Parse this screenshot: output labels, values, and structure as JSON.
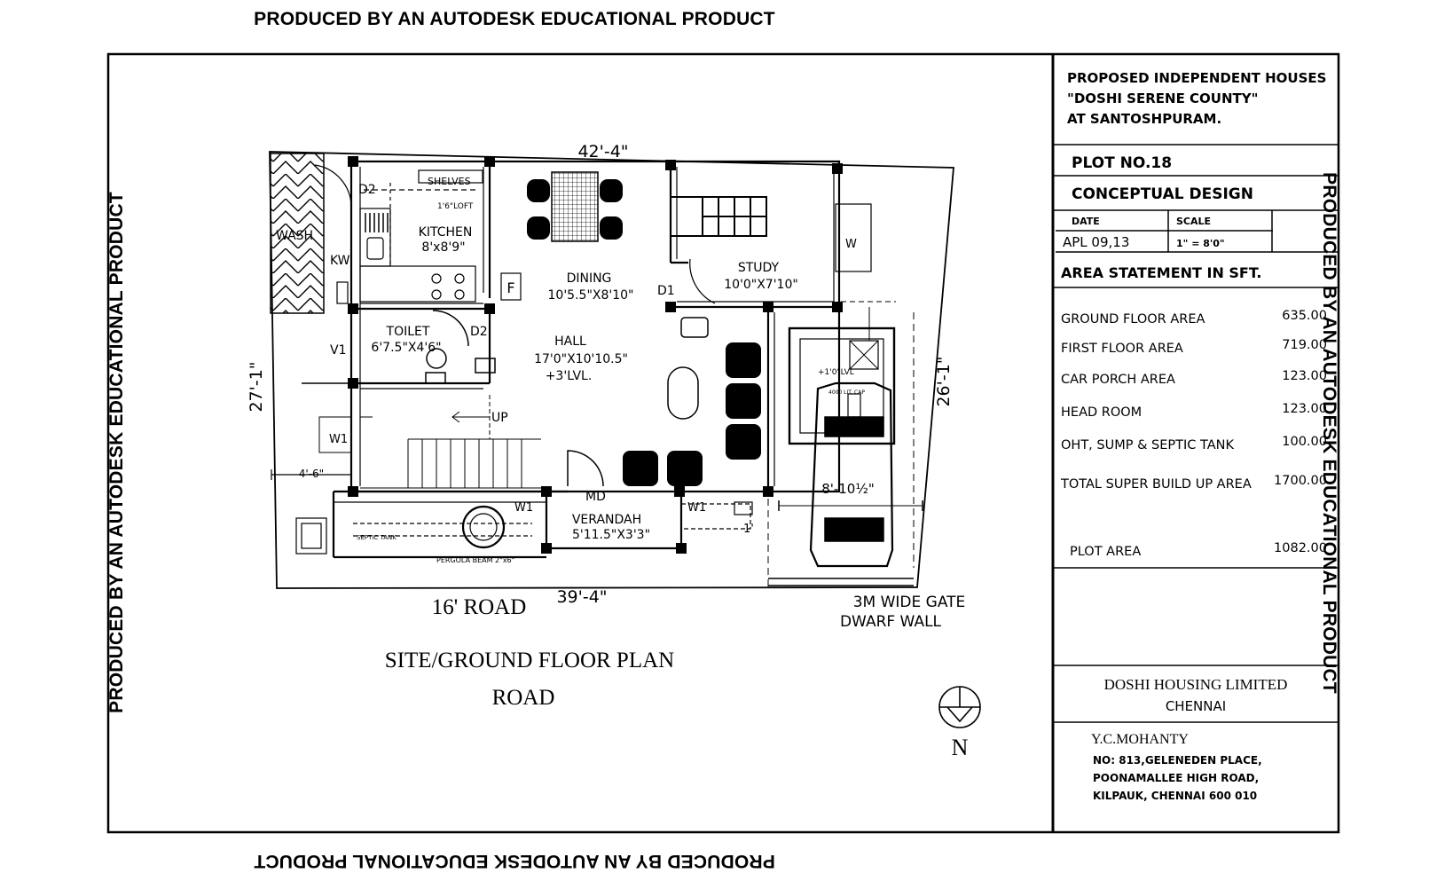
{
  "watermark": "PRODUCED BY AN AUTODESK EDUCATIONAL PRODUCT",
  "title_block": {
    "project_l1": "PROPOSED INDEPENDENT HOUSES",
    "project_l2": "\"DOSHI SERENE COUNTY\"",
    "project_l3": "AT SANTOSHPURAM.",
    "plot_no": "PLOT NO.18",
    "design": "CONCEPTUAL DESIGN",
    "date_label": "DATE",
    "date_value": "APL 09,13",
    "scale_label": "SCALE",
    "scale_value": "1\" = 8'0\"",
    "area_heading": "AREA STATEMENT   IN SFT.",
    "areas": [
      {
        "label": "GROUND FLOOR   AREA",
        "value": "635.00"
      },
      {
        "label": "FIRST FLOOR   AREA",
        "value": "719.00"
      },
      {
        "label": "CAR PORCH AREA",
        "value": "123.00"
      },
      {
        "label": "HEAD ROOM",
        "value": "123.00"
      },
      {
        "label": "OHT, SUMP & SEPTIC TANK",
        "value": "100.00"
      },
      {
        "label": "TOTAL SUPER BUILD UP AREA",
        "value": "1700.00"
      },
      {
        "label": "PLOT AREA",
        "value": "1082.00"
      }
    ],
    "company": "DOSHI HOUSING LIMITED",
    "city": "CHENNAI",
    "architect": "Y.C.MOHANTY",
    "address_l1": "NO: 813,GELENEDEN PLACE,",
    "address_l2": "POONAMALLEE HIGH ROAD,",
    "address_l3": "KILPAUK, CHENNAI 600 010"
  },
  "plan": {
    "dim_top": "42'-4\"",
    "dim_bottom": "39'-4\"",
    "dim_left": "27'-1\"",
    "dim_right": "26'-1\"",
    "dim_setback": "4'-6\"",
    "dim_car": "8'-10½\"",
    "dim_small": "1'",
    "road_front": "16' ROAD",
    "gate_l1": "3M WIDE GATE",
    "gate_l2": "DWARF WALL",
    "plan_title": "SITE/GROUND FLOOR PLAN",
    "plan_sub": "ROAD",
    "north": "N",
    "rooms": {
      "wash": "WASH",
      "kw": "KW",
      "d2a": "D2",
      "d2b": "D2",
      "shelves": "SHELVES",
      "loft": "1'6\"LOFT",
      "kitchen": "KITCHEN",
      "kitchen_size": "8'x8'9\"",
      "dining": "DINING",
      "dining_size": "10'5.5\"X8'10\"",
      "f": "F",
      "study": "STUDY",
      "study_size": "10'0\"X7'10\"",
      "d1": "D1",
      "w_right": "W",
      "toilet": "TOILET",
      "toilet_size": "6'7.5\"X4'6\"",
      "v1": "V1",
      "hall": "HALL",
      "hall_size": "17'0\"X10'10.5\"",
      "hall_lvl": "+3'LVL.",
      "up": "UP",
      "w1_left": "W1",
      "w1_a": "W1",
      "w1_b": "W1",
      "md": "MD",
      "verandah": "VERANDAH",
      "verandah_size": "5'11.5\"X3'3\"",
      "septic": "SEPTIC TANK",
      "pergola": "PERGOLA BEAM   2\"x6\"",
      "sump_lvl": "+1'0\"LVL",
      "sump_cap": "4000 LIT. CAP"
    }
  }
}
